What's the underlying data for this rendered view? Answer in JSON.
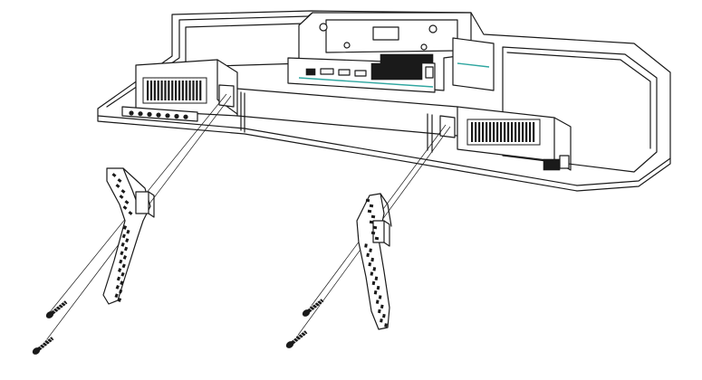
{
  "figure": {
    "kind": "assembly-diagram",
    "subject": "tv-rear-stand-installation",
    "parts": {
      "tv_back_panel": "tv-back-panel",
      "stands": [
        "left-stand",
        "right-stand"
      ],
      "screws_per_stand": 2,
      "stand_count": 2
    },
    "colors": {
      "line": "#1a1a1a",
      "background": "#ffffff",
      "connector_accent": "#2fa6a0"
    }
  }
}
